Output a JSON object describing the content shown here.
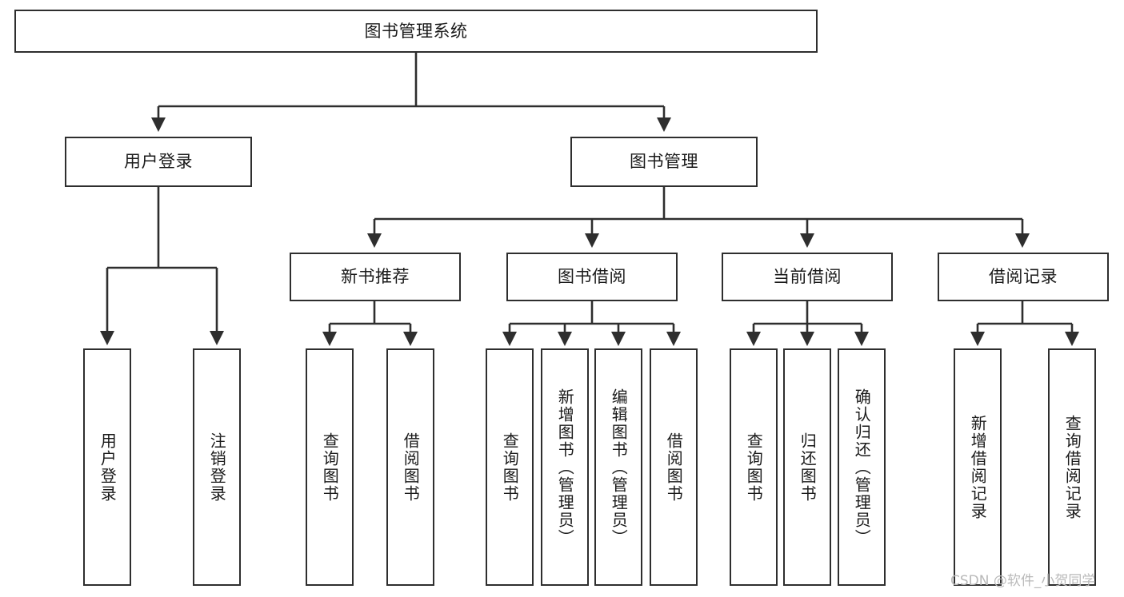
{
  "diagram": {
    "type": "tree-hierarchy",
    "title": "图书管理系统",
    "watermark": "CSDN @软件_小贺同学",
    "style": {
      "box_border_color": "#2e2e2e",
      "box_fill_color": "#ffffff",
      "line_color": "#2e2e2e",
      "background": "#ffffff",
      "text_color": "#1a1a1a"
    },
    "nodes": {
      "root": {
        "label": "图书管理系统"
      },
      "level2": [
        {
          "id": "user-login",
          "label": "用户登录"
        },
        {
          "id": "book-manage",
          "label": "图书管理"
        }
      ],
      "level3": [
        {
          "id": "new-book-recommend",
          "label": "新书推荐"
        },
        {
          "id": "book-borrow",
          "label": "图书借阅"
        },
        {
          "id": "current-borrow",
          "label": "当前借阅"
        },
        {
          "id": "borrow-record",
          "label": "借阅记录"
        }
      ],
      "leaves": {
        "user-login": [
          {
            "id": "leaf-user-login",
            "label": "用户登录"
          },
          {
            "id": "leaf-logout-login",
            "label": "注销登录"
          }
        ],
        "new-book-recommend": [
          {
            "id": "leaf-query-book-1",
            "label": "查询图书"
          },
          {
            "id": "leaf-borrow-book-1",
            "label": "借阅图书"
          }
        ],
        "book-borrow": [
          {
            "id": "leaf-query-book-2",
            "label": "查询图书"
          },
          {
            "id": "leaf-add-book",
            "label": "新增图书（管理员）"
          },
          {
            "id": "leaf-edit-book",
            "label": "编辑图书（管理员）"
          },
          {
            "id": "leaf-borrow-book-2",
            "label": "借阅图书"
          }
        ],
        "current-borrow": [
          {
            "id": "leaf-query-book-3",
            "label": "查询图书"
          },
          {
            "id": "leaf-return-book",
            "label": "归还图书"
          },
          {
            "id": "leaf-confirm-return",
            "label": "确认归还（管理员）"
          }
        ],
        "borrow-record": [
          {
            "id": "leaf-add-record",
            "label": "新增借阅记录"
          },
          {
            "id": "leaf-query-record",
            "label": "查询借阅记录"
          }
        ]
      }
    }
  }
}
